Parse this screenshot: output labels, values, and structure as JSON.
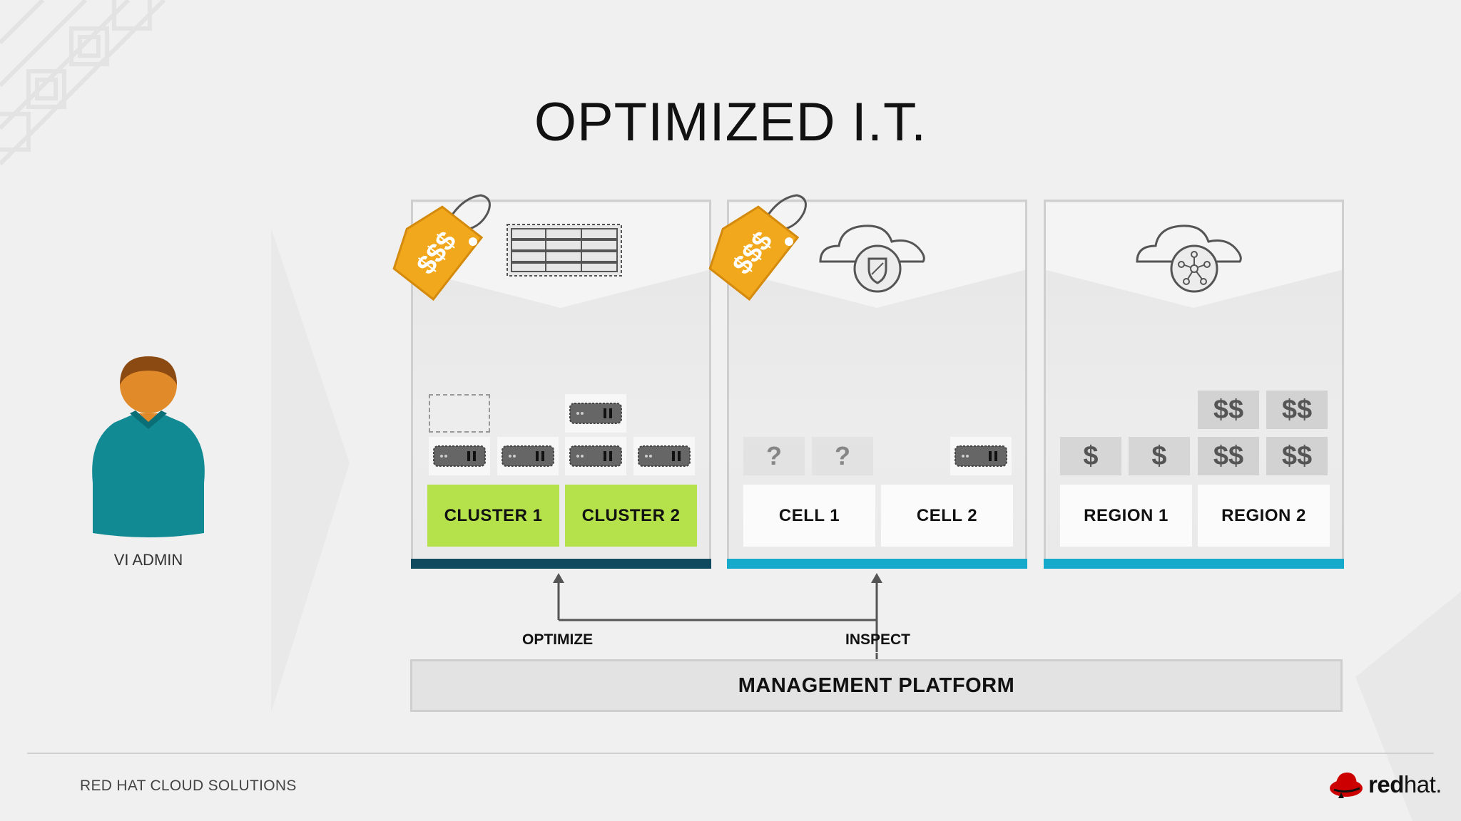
{
  "title": "OPTIMIZED I.T.",
  "persona": {
    "label": "VI ADMIN"
  },
  "panels": [
    {
      "labels": [
        "CLUSTER 1",
        "CLUSTER 2"
      ],
      "header_icon": "server-rack-icon",
      "has_price_tag": true,
      "stripe_color": "#0f4a5e",
      "label_color": "#b5e24a"
    },
    {
      "labels": [
        "CELL 1",
        "CELL 2"
      ],
      "header_icon": "cloud-shield-icon",
      "has_price_tag": true,
      "stripe_color": "#15a9cc",
      "label_color": "#fbfbfb",
      "server_marks": [
        "?",
        "?"
      ]
    },
    {
      "labels": [
        "REGION 1",
        "REGION 2"
      ],
      "header_icon": "cloud-network-icon",
      "has_price_tag": false,
      "stripe_color": "#15a9cc",
      "label_color": "#fbfbfb",
      "cost_marks": [
        "$",
        "$",
        "$$",
        "$$",
        "$$",
        "$$"
      ]
    }
  ],
  "price_tag_text": "$$$",
  "flows": {
    "optimize": "OPTIMIZE",
    "inspect": "INSPECT"
  },
  "management": {
    "label": "MANAGEMENT PLATFORM"
  },
  "footer": {
    "text": "RED HAT CLOUD SOLUTIONS",
    "logo_text_bold": "red",
    "logo_text": "hat."
  },
  "colors": {
    "tag_orange": "#f2a81d",
    "accent_teal": "#15a9cc",
    "persona_shirt": "#118a94"
  }
}
